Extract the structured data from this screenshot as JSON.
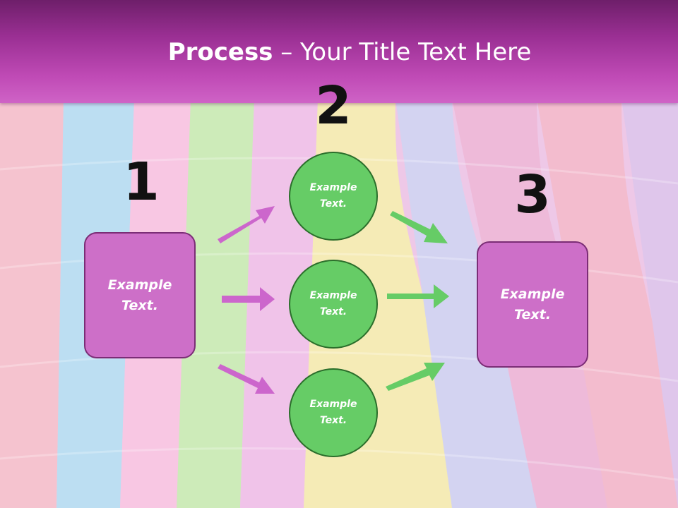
{
  "title": {
    "bold": "Process",
    "rest": " – Your Title Text Here"
  },
  "steps": [
    {
      "number": "1",
      "label": "Example\nText."
    },
    {
      "number": "2",
      "items": [
        "Example\nText.",
        "Example\nText.",
        "Example\nText."
      ]
    },
    {
      "number": "3",
      "label": "Example\nText."
    }
  ],
  "colors": {
    "header": "#a8339f",
    "box_fill": "#cd6fc8",
    "box_border": "#7b2d76",
    "circle_fill": "#66cc66",
    "circle_border": "#2b6e2b",
    "arrow_pink": "#cc66cc",
    "arrow_green": "#66cc66"
  }
}
